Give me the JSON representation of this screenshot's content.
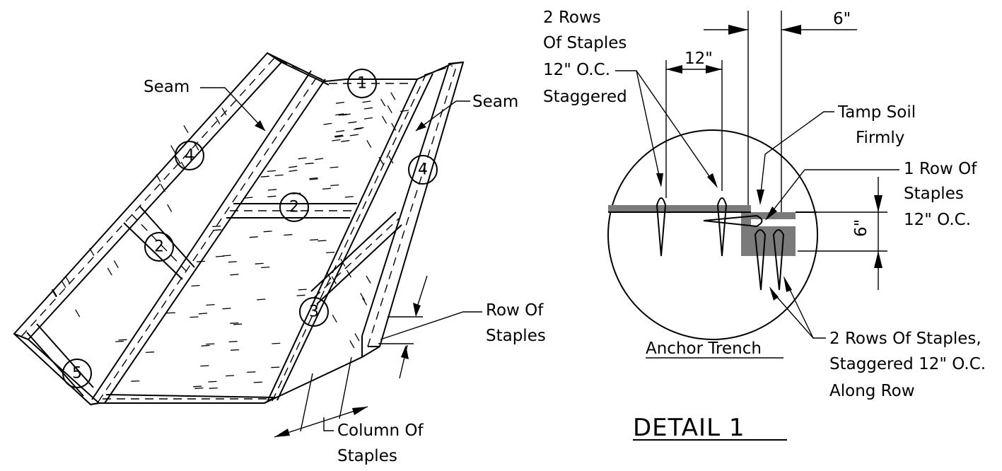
{
  "left_view": {
    "seam_left": "Seam",
    "seam_right": "Seam",
    "row_of_staples": [
      "Row Of",
      "Staples"
    ],
    "column_of_staples": [
      "Column Of",
      "Staples"
    ],
    "callouts": [
      "1",
      "2",
      "2",
      "3",
      "4",
      "4",
      "5"
    ]
  },
  "detail": {
    "two_rows_label": [
      "2 Rows",
      "Of Staples",
      "12\" O.C.",
      "Staggered"
    ],
    "dim_12": "12\"",
    "dim_6_top": "6\"",
    "dim_6_side": "6\"",
    "tamp_soil": [
      "Tamp Soil",
      "Firmly"
    ],
    "one_row": [
      "1 Row Of",
      "Staples",
      "12\" O.C."
    ],
    "two_rows_staggered": [
      "2 Rows Of Staples,",
      "Staggered 12\" O.C.",
      "Along Row"
    ],
    "caption": "Anchor Trench",
    "title": "DETAIL 1"
  }
}
